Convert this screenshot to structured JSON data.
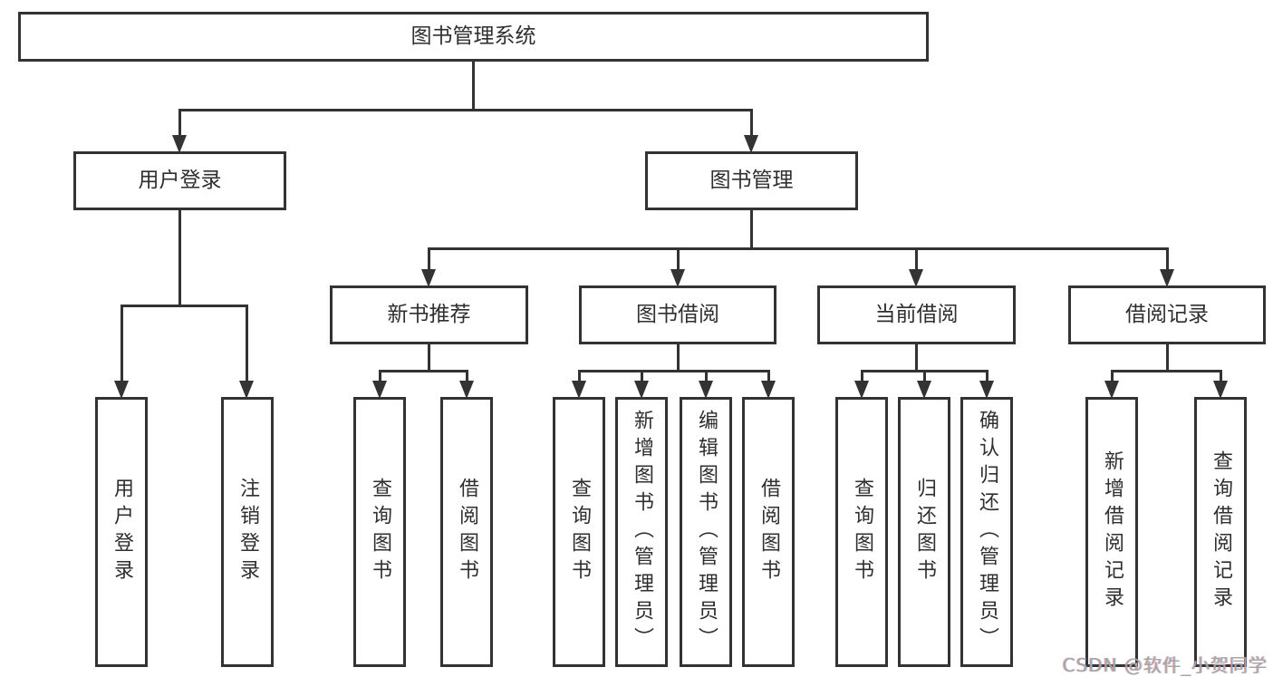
{
  "diagram": {
    "type": "tree",
    "line_color": "#333333",
    "text_color": "#2f2f2f",
    "background": "#ffffff",
    "root": {
      "label": "图书管理系统"
    },
    "level2": {
      "user_login": {
        "label": "用户登录",
        "children": [
          "用户登录",
          "注销登录"
        ]
      },
      "book_mgmt": {
        "label": "图书管理"
      }
    },
    "level3": {
      "new_book_rec": {
        "label": "新书推荐",
        "children": [
          "查询图书",
          "借阅图书"
        ]
      },
      "book_borrow": {
        "label": "图书借阅",
        "children": [
          "查询图书",
          "新增图书（管理员）",
          "编辑图书（管理员）",
          "借阅图书"
        ]
      },
      "current_borrow": {
        "label": "当前借阅",
        "children": [
          "查询图书",
          "归还图书",
          "确认归还（管理员）"
        ]
      },
      "borrow_record": {
        "label": "借阅记录",
        "children": [
          "新增借阅记录",
          "查询借阅记录"
        ]
      }
    }
  },
  "watermark": {
    "text": "CSDN @软件_小贺同学",
    "color": "#a6a6a6"
  }
}
